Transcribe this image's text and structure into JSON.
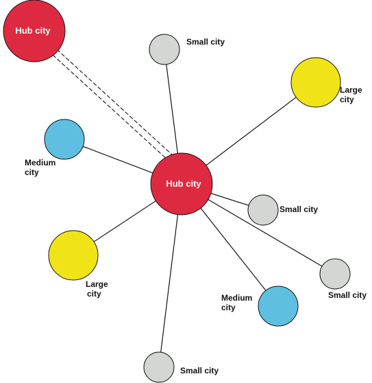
{
  "colors": {
    "hub": "#dd2a40",
    "large": "#f0e419",
    "medium": "#5ebfe0",
    "small": "#d4d6d4",
    "line": "#111111"
  },
  "nodes": {
    "hub_center": {
      "label": "Hub city",
      "type": "hub"
    },
    "hub_top": {
      "label": "Hub city",
      "type": "hub"
    },
    "small_top": {
      "label": "Small city",
      "type": "small"
    },
    "large_right": {
      "label_line1": "Large",
      "label_line2": "city",
      "type": "large"
    },
    "medium_left": {
      "label_line1": "Medium",
      "label_line2": "city",
      "type": "medium"
    },
    "small_right": {
      "label": "Small city",
      "type": "small"
    },
    "large_left": {
      "label_line1": "Large",
      "label_line2": "city",
      "type": "large"
    },
    "small_far_right": {
      "label": "Small city",
      "type": "small"
    },
    "medium_bottom": {
      "label_line1": "Medium",
      "label_line2": "city",
      "type": "medium"
    },
    "small_bottom": {
      "label": "Small city",
      "type": "small"
    }
  },
  "connections": [
    {
      "from": "hub_center",
      "to": "hub_top",
      "style": "double-dashed"
    },
    {
      "from": "hub_center",
      "to": "small_top",
      "style": "solid"
    },
    {
      "from": "hub_center",
      "to": "large_right",
      "style": "solid"
    },
    {
      "from": "hub_center",
      "to": "medium_left",
      "style": "solid"
    },
    {
      "from": "hub_center",
      "to": "small_right",
      "style": "solid"
    },
    {
      "from": "hub_center",
      "to": "large_left",
      "style": "solid"
    },
    {
      "from": "hub_center",
      "to": "small_far_right",
      "style": "solid"
    },
    {
      "from": "hub_center",
      "to": "medium_bottom",
      "style": "solid"
    },
    {
      "from": "hub_center",
      "to": "small_bottom",
      "style": "solid"
    }
  ]
}
